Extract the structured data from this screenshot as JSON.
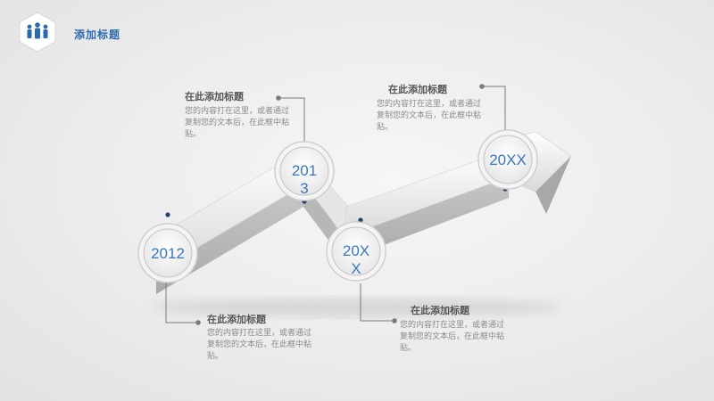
{
  "header": {
    "title": "添加标题",
    "icon": "people-group-icon",
    "accent": "#2c6ab0"
  },
  "milestones": [
    {
      "year": "2012",
      "title": "在此添加标题",
      "desc": "您的内容打在这里，或者通过复制您的文本后，在此框中粘贴。"
    },
    {
      "year": "2013",
      "title": "在此添加标题",
      "desc": "您的内容打在这里，或者通过复制您的文本后，在此框中粘贴。"
    },
    {
      "year": "20XX",
      "title": "在此添加标题",
      "desc": "您的内容打在这里，或者通过复制您的文本后，在此框中粘贴。"
    },
    {
      "year": "20XX",
      "title": "在此添加标题",
      "desc": "您的内容打在这里，或者通过复制您的文本后，在此框中粘贴。"
    }
  ]
}
